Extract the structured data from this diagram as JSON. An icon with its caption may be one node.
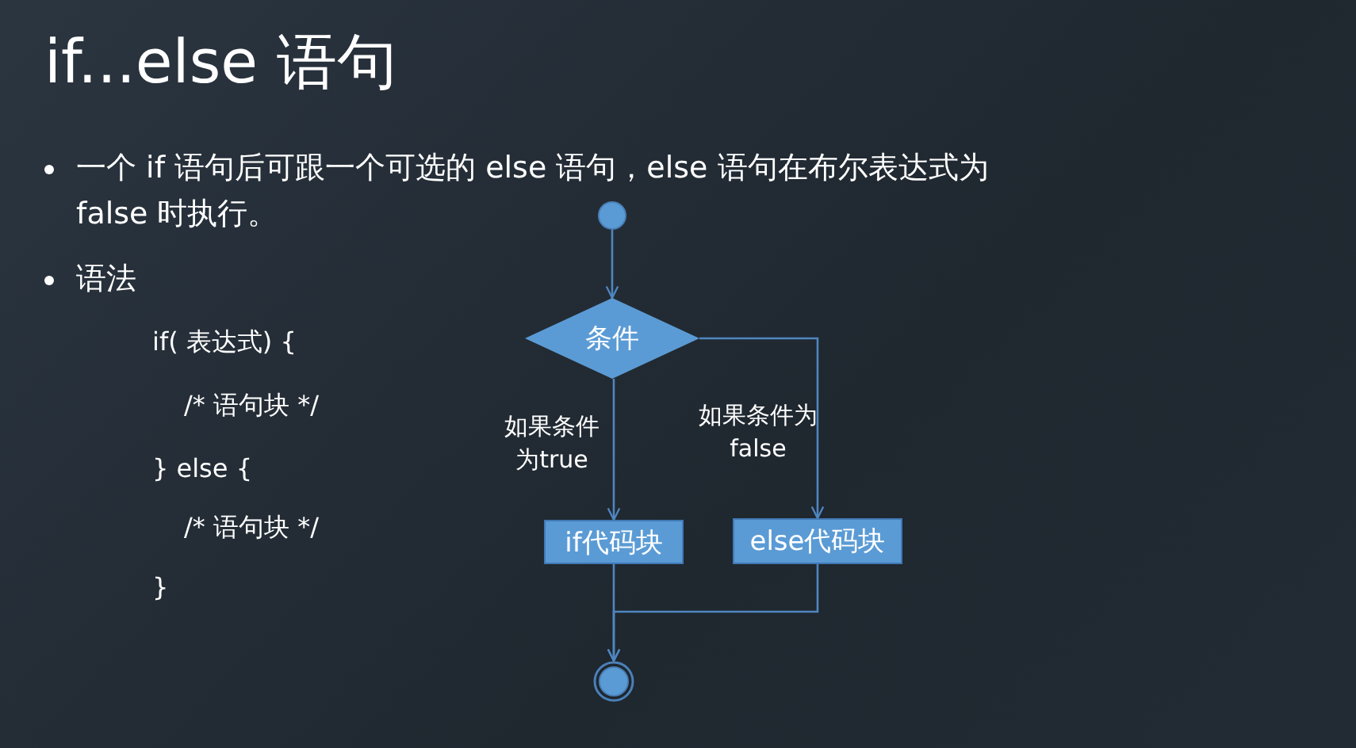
{
  "diagram": {
    "title": "if...else 语句",
    "nodes": [
      {
        "text": [],
        "shape": "circle"
      },
      {
        "text": [
          "条件"
        ]
      },
      {
        "text": [
          "if代码块"
        ]
      },
      {
        "text": [
          "else代码块"
        ]
      },
      {
        "text": [],
        "shape": "circle"
      }
    ],
    "edges": [
      {
        "from": 0,
        "to": 1,
        "arrow": "to"
      },
      {
        "from": 1,
        "to": 2,
        "arrow": "to",
        "label": "如果条件为true"
      },
      {
        "from": 1,
        "to": 3,
        "arrow": "to",
        "label": "如果条件为false"
      },
      {
        "from": 2,
        "to": 4,
        "arrow": "to"
      },
      {
        "from": 3,
        "to": 4,
        "arrow": "to"
      }
    ],
    "labels": [
      "一个 if 语句后可跟一个可选的 else 语句，else 语句在布尔表达式为 false 时执行。",
      "语法",
      "if( 表达式) {",
      "/* 语句块 */",
      "} else {",
      "/* 语句块 */",
      "}"
    ]
  }
}
